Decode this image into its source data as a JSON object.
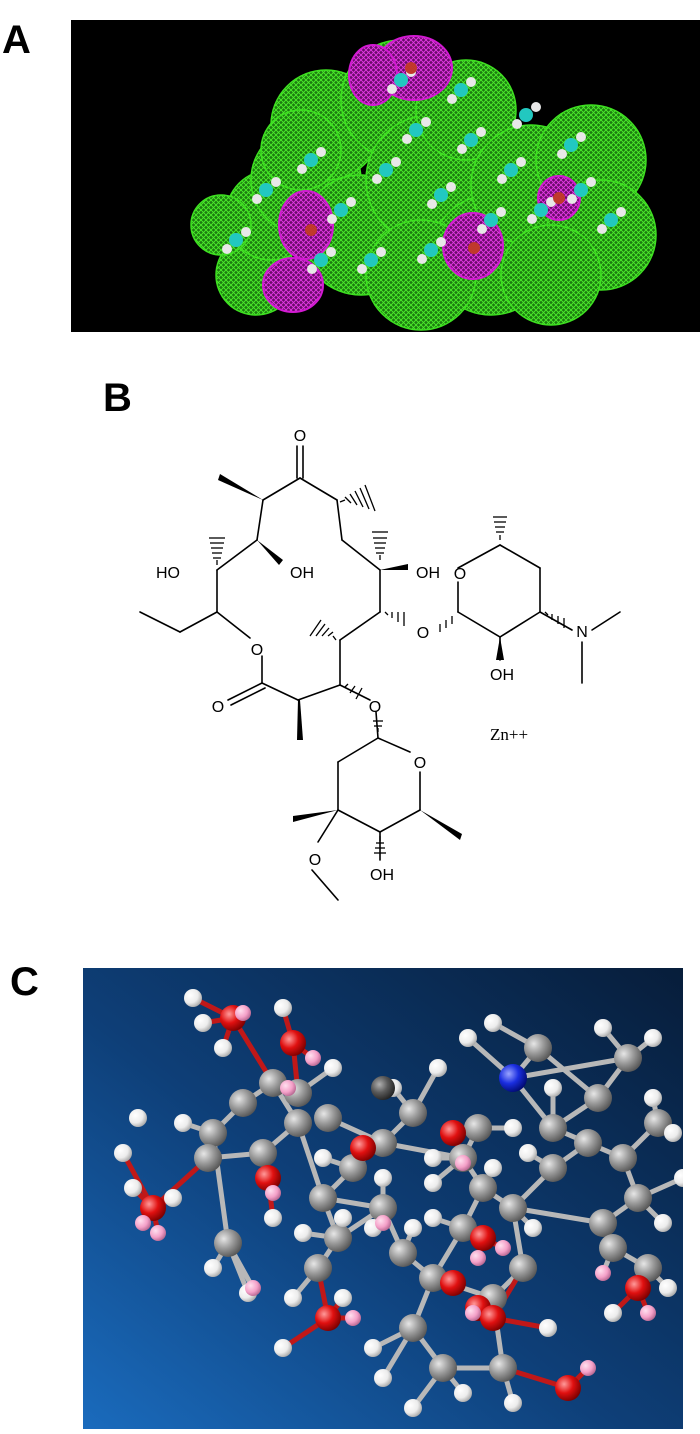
{
  "panels": {
    "a": {
      "label": "A"
    },
    "b": {
      "label": "B"
    },
    "c": {
      "label": "C"
    }
  },
  "structure": {
    "ketone_o": "O",
    "ring_o_lactone": "O",
    "carbonyl_o": "O",
    "ho_left": "HO",
    "oh_mid": "OH",
    "oh_right": "OH",
    "sugar1_o": "O",
    "sugar1_ring_o": "O",
    "sugar1_oh": "OH",
    "sugar1_n": "N",
    "sugar2_o": "O",
    "sugar2_ring_o": "O",
    "sugar2_ome_o": "O",
    "sugar2_oh": "OH",
    "ion": "Zn++"
  },
  "colors": {
    "panel_a_bg": "#000000",
    "surface_green": "#39e21f",
    "surface_magenta": "#d21ad2",
    "atom_cyan": "#22c8c0",
    "panel_c_bg_top": "#0a2a52",
    "panel_c_bg_bottom": "#1561a8",
    "carbon": "#8c8c8c",
    "oxygen": "#e01010",
    "nitrogen": "#1a2ee0",
    "hydrogen": "#f2f2f2",
    "polar_h": "#f4a0c8",
    "zinc": "#5a5a5a"
  }
}
